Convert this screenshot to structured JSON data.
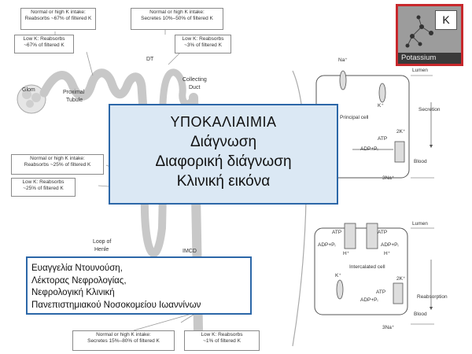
{
  "title": {
    "line1": "ΥΠΟΚΑΛΙΑΙΜΙΑ",
    "line2": "Διάγνωση",
    "line3": "Διαφορική διάγνωση",
    "line4": "Κλινική εικόνα"
  },
  "author": {
    "name": "Ευαγγελία Ντουνούση,",
    "role": "Λέκτορας Νεφρολογίας,",
    "dept": "Νεφρολογική Κλινική",
    "hospital": "Πανεπιστημιακού Νοσοκομείου Ιωαννίνων"
  },
  "potassium_tile": {
    "symbol": "K",
    "name": "Potassium"
  },
  "nephron": {
    "box_pt_normal": [
      "Normal or high K intake:",
      "Reabsorbs ~67% of filtered K"
    ],
    "box_pt_low": [
      "Low K: Reabsorbs",
      "~67% of filtered K"
    ],
    "box_dt_normal": [
      "Normal or high K intake:",
      "Secretes 10%–50% of filtered K"
    ],
    "box_dt_low": [
      "Low K: Reabsorbs",
      "~3% of filtered K"
    ],
    "box_loop_normal": [
      "Normal or high K intake:",
      "Reabsorbs ~25% of filtered K"
    ],
    "box_loop_low": [
      "Low K: Reabsorbs",
      "~25% of filtered K"
    ],
    "box_cd_normal": [
      "Normal or high K intake:",
      "Secretes 15%–80% of filtered K"
    ],
    "box_cd_low": [
      "Low K: Reabsorbs",
      "~1% of filtered K"
    ],
    "labels": {
      "glom": "Glom",
      "proximal": "Proximal",
      "tubule": "Tubule",
      "dt": "DT",
      "collecting": "Collecting",
      "duct": "Duct",
      "loop": "Loop of",
      "henle": "Henle",
      "imcd": "IMCD"
    }
  },
  "cells": {
    "principal": {
      "na": "Na⁺",
      "k": "K⁺",
      "lumen": "Lumen",
      "name": "Principal cell",
      "secretion": "Secretion",
      "k2": "2K⁺",
      "atp": "ATP",
      "adp": "ADP+Pᵢ",
      "na3": "3Na⁺",
      "blood": "Blood"
    },
    "intercalated": {
      "lumen": "Lumen",
      "atp1": "ATP",
      "adp1": "ADP+Pᵢ",
      "h1": "H⁺",
      "atp2": "ATP",
      "adp2": "ADP+Pᵢ",
      "h2": "H⁺",
      "k_in": "K⁺",
      "name": "Intercalated cell",
      "k2": "2K⁺",
      "atp3": "ATP",
      "adp3": "ADP+Pᵢ",
      "reabsorption": "Reabsorption",
      "blood": "Blood",
      "na3": "3Na⁺"
    }
  }
}
